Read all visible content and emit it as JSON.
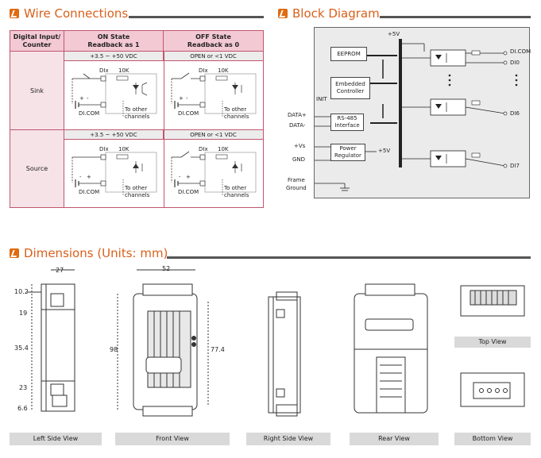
{
  "sections": {
    "wire": "Wire Connections",
    "block": "Block Diagram",
    "dims": "Dimensions (Units: mm)"
  },
  "wire_table": {
    "col0": "Digital Input/ Counter",
    "col1_line1": "ON State",
    "col1_line2": "Readback as 1",
    "col2_line1": "OFF State",
    "col2_line2": "Readback as 0",
    "rows": [
      {
        "label": "Sink",
        "on_cond": "+3.5 ~ +50 VDC",
        "off_cond": "OPEN or <1 VDC"
      },
      {
        "label": "Source",
        "on_cond": "+3.5 ~ +50 VDC",
        "off_cond": "OPEN or <1 VDC"
      }
    ],
    "circuit": {
      "dix": "DIx",
      "res": "10K",
      "dicom": "DI.COM",
      "other1": "To other",
      "other2": "channels",
      "plus": "+",
      "minus": "-"
    }
  },
  "block_diagram": {
    "v5_top": "+5V",
    "eeprom": "EEPROM",
    "controller1": "Embedded",
    "controller2": "Controller",
    "init": "INIT",
    "rs485_1": "RS-485",
    "rs485_2": "Interface",
    "power1": "Power",
    "power2": "Regulator",
    "v5_out": "+5V",
    "data_plus": "DATA+",
    "data_minus": "DATA-",
    "vs": "+Vs",
    "gnd": "GND",
    "frame1": "Frame",
    "frame2": "Ground",
    "dicom": "DI.COM",
    "di0": "DI0",
    "di6": "DI6",
    "di7": "DI7"
  },
  "dimensions": {
    "side_width": "27",
    "front_width": "52",
    "d_10_2": "10.2",
    "d_19": "19",
    "d_35_4": "35.4",
    "d_23": "23",
    "d_6_6": "6.6",
    "d_98": "98",
    "d_77_4": "77.4",
    "views": {
      "left": "Left Side View",
      "front": "Front View",
      "right": "Right Side View",
      "rear": "Rear View",
      "top": "Top View",
      "bottom": "Bottom View"
    }
  }
}
